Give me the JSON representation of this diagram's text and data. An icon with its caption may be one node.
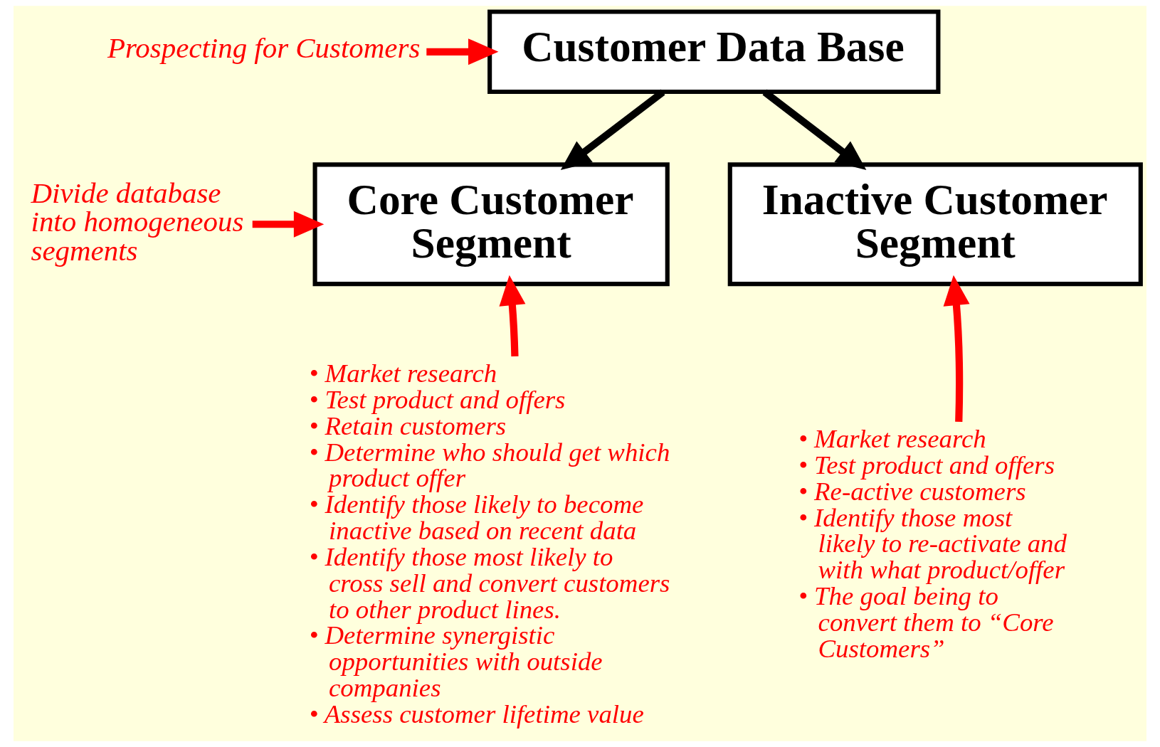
{
  "diagram": {
    "nodes": [
      {
        "text": [
          "Customer Data Base"
        ]
      },
      {
        "text": [
          "Core Customer Segment"
        ]
      },
      {
        "text": [
          "Inactive Customer Segment"
        ]
      },
      {
        "text": [
          "Prospecting for Customers"
        ]
      },
      {
        "text": [
          "Divide database into homogeneous segments"
        ]
      },
      {
        "text": [
          "• Market research",
          "• Test product and offers",
          "• Retain customers",
          "• Determine who should get which product offer",
          "• Identify those likely to become inactive based on recent data",
          "• Identify those most likely to cross sell and convert customers to other product lines.",
          "• Determine synergistic opportunities with outside companies",
          "• Assess customer lifetime value"
        ]
      },
      {
        "text": [
          "• Market research",
          "• Test product and offers",
          "• Re-active customers",
          "• Identify those most likely to re-activate and with what product/offer",
          "• The goal being to convert them to “Core Customers”"
        ]
      }
    ],
    "edges": [
      {
        "from": 0,
        "to": 1,
        "arrow": "to",
        "color": "#000000"
      },
      {
        "from": 0,
        "to": 2,
        "arrow": "to",
        "color": "#000000"
      },
      {
        "from": 3,
        "to": 0,
        "arrow": "to"
      },
      {
        "from": 4,
        "to": 1,
        "arrow": "to"
      },
      {
        "from": 5,
        "to": 1,
        "arrow": "to"
      },
      {
        "from": 6,
        "to": 2,
        "arrow": "to"
      }
    ]
  }
}
